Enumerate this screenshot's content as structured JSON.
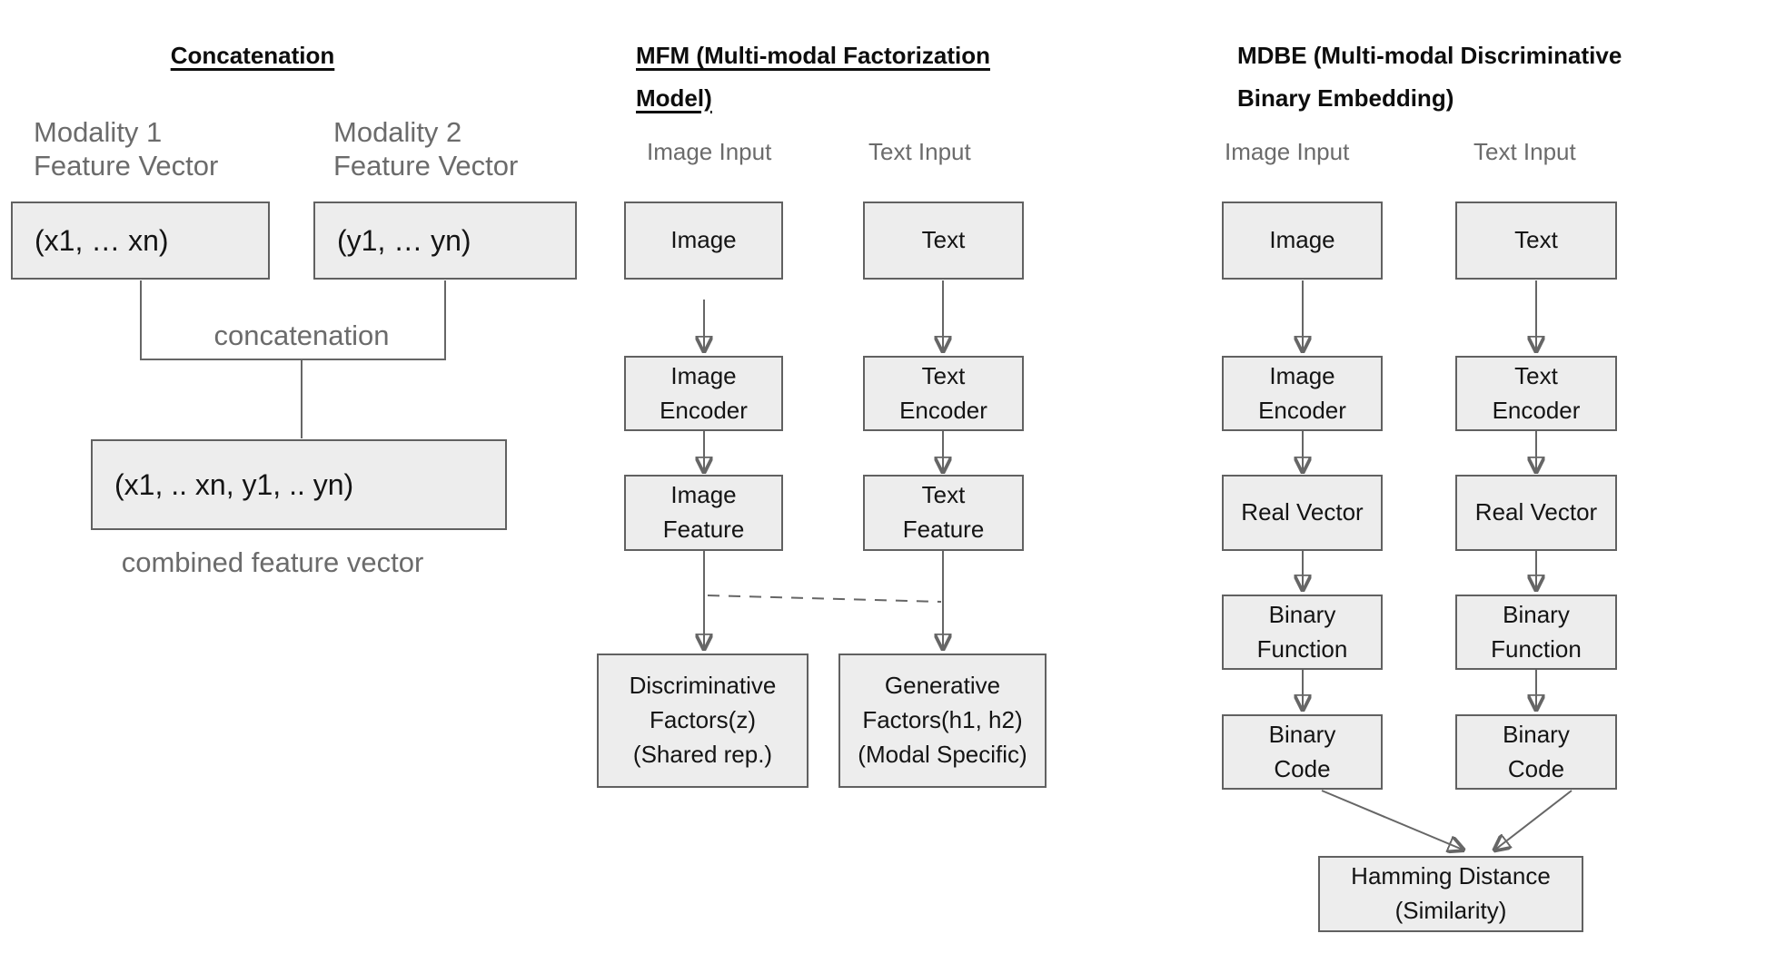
{
  "colors": {
    "box_fill": "#ededed",
    "box_border": "#616161",
    "connector": "#666666",
    "label_gray": "#6b6b6b",
    "title_black": "#0d0d0d"
  },
  "concatenation": {
    "title": "Concatenation",
    "modality1_label": "Modality 1\nFeature Vector",
    "modality2_label": "Modality 2\nFeature Vector",
    "vector1_box": "(x1, … xn)",
    "vector2_box": "(y1, … yn)",
    "operation_label": "concatenation",
    "combined_box": "(x1, .. xn, y1, .. yn)",
    "combined_caption": "combined feature vector"
  },
  "mfm": {
    "title": "MFM (Multi-modal Factorization Model)",
    "image_input_label": "Image Input",
    "text_input_label": "Text Input",
    "boxes": {
      "image": "Image",
      "text": "Text",
      "image_encoder": "Image\nEncoder",
      "text_encoder": "Text\nEncoder",
      "image_feature": "Image\nFeature",
      "text_feature": "Text\nFeature",
      "discriminative_factors": "Discriminative\nFactors(z)\n(Shared rep.)",
      "generative_factors": "Generative\nFactors(h1, h2)\n(Modal Specific)"
    }
  },
  "mdbe": {
    "title": "MDBE (Multi-modal Discriminative Binary Embedding)",
    "image_input_label": "Image Input",
    "text_input_label": "Text Input",
    "boxes": {
      "image": "Image",
      "text": "Text",
      "image_encoder": "Image\nEncoder",
      "text_encoder": "Text\nEncoder",
      "real_vector_image": "Real Vector",
      "real_vector_text": "Real Vector",
      "binary_function_image": "Binary\nFunction",
      "binary_function_text": "Binary\nFunction",
      "binary_code_image": "Binary\nCode",
      "binary_code_text": "Binary\nCode",
      "hamming_distance": "Hamming Distance\n(Similarity)"
    }
  }
}
